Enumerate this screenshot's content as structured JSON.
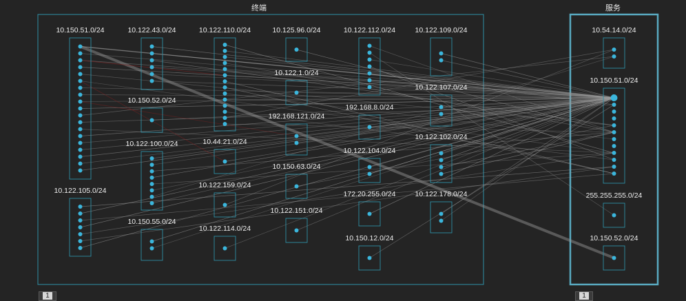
{
  "panels": {
    "terminal": {
      "title": "终端",
      "page": "1"
    },
    "service": {
      "title": "服务",
      "page": "1"
    }
  },
  "colors": {
    "background": "#242424",
    "box_stroke": "#2e8fa6",
    "node": "#3bb6dc",
    "edge": "#9a9a9a",
    "edge_alert": "#8a2020"
  },
  "terminal_subnets": [
    {
      "id": "t1",
      "label": "10.150.51.0/24",
      "nodes": 19
    },
    {
      "id": "t2",
      "label": "10.122.43.0/24",
      "nodes": 6
    },
    {
      "id": "t3",
      "label": "10.122.110.0/24",
      "nodes": 14
    },
    {
      "id": "t4",
      "label": "10.125.96.0/24",
      "nodes": 1
    },
    {
      "id": "t5",
      "label": "10.122.112.0/24",
      "nodes": 7
    },
    {
      "id": "t6",
      "label": "10.122.109.0/24",
      "nodes": 2
    },
    {
      "id": "t7",
      "label": "10.150.52.0/24",
      "nodes": 1
    },
    {
      "id": "t8",
      "label": "10.122.1.0/24",
      "nodes": 1
    },
    {
      "id": "t9",
      "label": "10.122.107.0/24",
      "nodes": 2
    },
    {
      "id": "t10",
      "label": "192.168.121.0/24",
      "nodes": 2
    },
    {
      "id": "t11",
      "label": "192.168.8.0/24",
      "nodes": 1
    },
    {
      "id": "t12",
      "label": "10.122.100.0/24",
      "nodes": 8
    },
    {
      "id": "t13",
      "label": "10.44.21.0/24",
      "nodes": 1
    },
    {
      "id": "t14",
      "label": "10.122.104.0/24",
      "nodes": 2
    },
    {
      "id": "t15",
      "label": "10.122.102.0/24",
      "nodes": 4
    },
    {
      "id": "t16",
      "label": "10.150.63.0/24",
      "nodes": 1
    },
    {
      "id": "t17",
      "label": "10.122.105.0/24",
      "nodes": 7
    },
    {
      "id": "t18",
      "label": "10.122.159.0/24",
      "nodes": 1
    },
    {
      "id": "t19",
      "label": "172.20.255.0/24",
      "nodes": 1
    },
    {
      "id": "t20",
      "label": "10.122.178.0/24",
      "nodes": 2
    },
    {
      "id": "t21",
      "label": "10.122.151.0/24",
      "nodes": 1
    },
    {
      "id": "t22",
      "label": "10.150.55.0/24",
      "nodes": 2
    },
    {
      "id": "t23",
      "label": "10.122.114.0/24",
      "nodes": 1
    },
    {
      "id": "t24",
      "label": "10.150.12.0/24",
      "nodes": 1
    }
  ],
  "service_subnets": [
    {
      "id": "s1",
      "label": "10.54.14.0/24",
      "nodes": 2
    },
    {
      "id": "s2",
      "label": "10.150.51.0/24",
      "nodes": 12
    },
    {
      "id": "s3",
      "label": "255.255.255.0/24",
      "nodes": 1
    },
    {
      "id": "s4",
      "label": "10.150.52.0/24",
      "nodes": 1
    }
  ]
}
